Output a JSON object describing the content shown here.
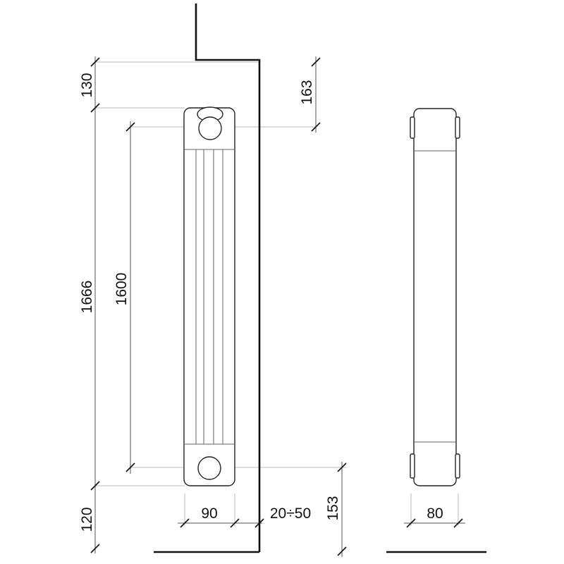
{
  "dimensions": {
    "overall_height": "1666",
    "centers_distance": "1600",
    "top_offset": "130",
    "wall_to_pipe": "163",
    "bottom_offset": "120",
    "pipe_to_floor": "153",
    "width": "90",
    "wall_gap": "20÷50",
    "depth": "80"
  }
}
